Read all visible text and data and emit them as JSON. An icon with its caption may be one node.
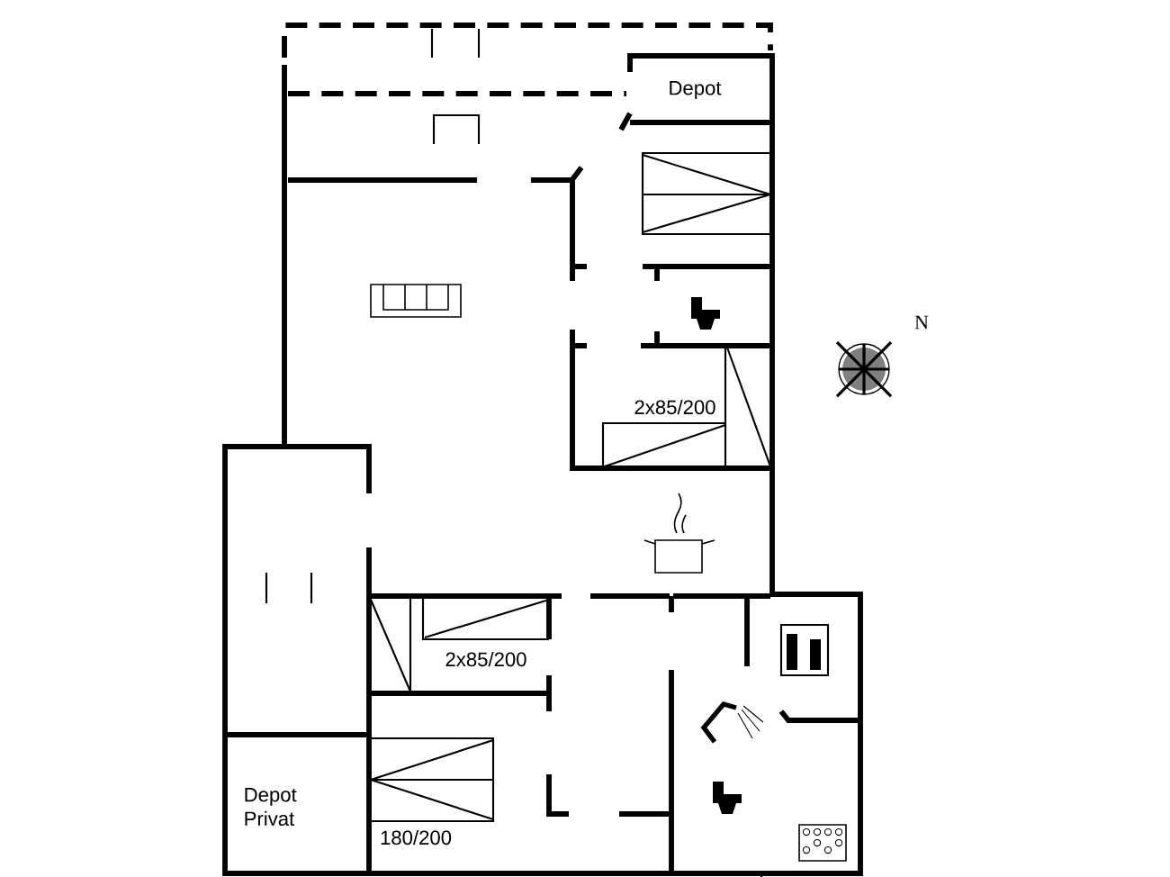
{
  "diagram": {
    "labels": [
      "Depot",
      "N",
      "2x85/200",
      "2x85/200",
      "Depot Privat",
      "180/200"
    ]
  }
}
